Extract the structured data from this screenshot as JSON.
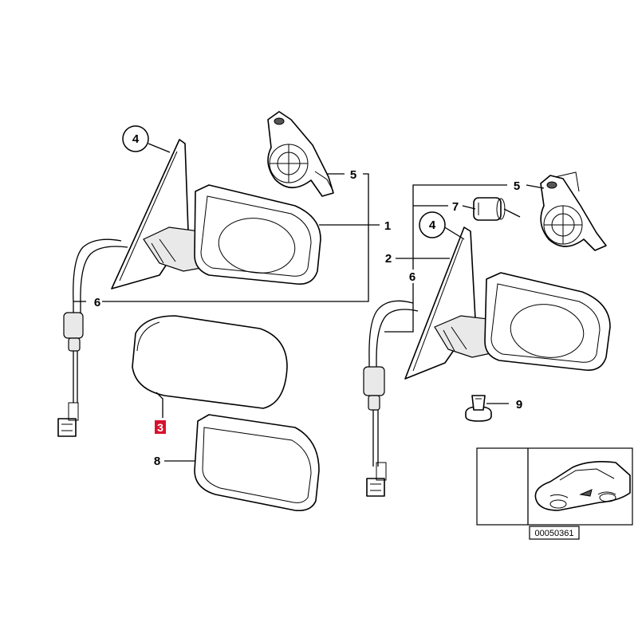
{
  "diagram": {
    "labels": {
      "l4_left": "4",
      "l5_left": "5",
      "l1": "1",
      "l6_left": "6",
      "l3": "3",
      "l8": "8",
      "l5_right": "5",
      "l7": "7",
      "l4_right": "4",
      "l2": "2",
      "l6_right": "6",
      "l9": "9",
      "l4_screw": "4"
    },
    "reference_number": "00050361",
    "highlight_color": "#d8112f"
  }
}
